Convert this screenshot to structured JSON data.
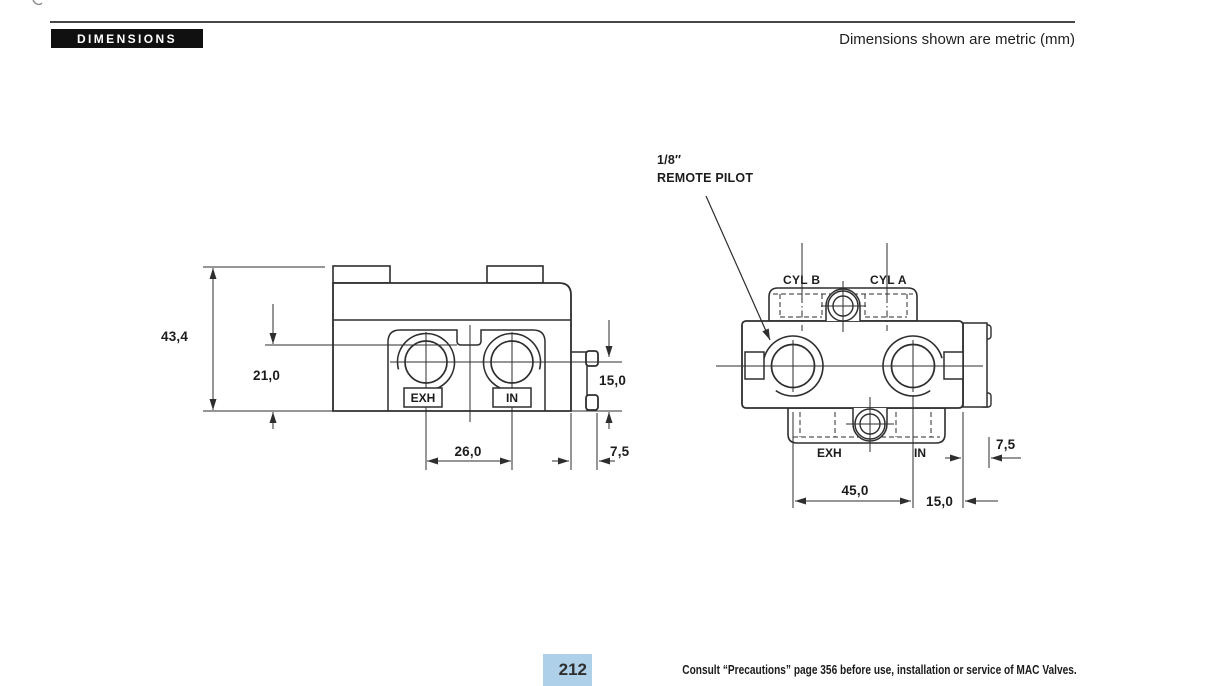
{
  "header": {
    "section_label": "DIMENSIONS",
    "metric_note": "Dimensions shown are metric (mm)"
  },
  "side_view": {
    "dim_height": "43,4",
    "dim_port_centerline": "21,0",
    "dim_outlet": "15,0",
    "dim_port_spacing": "26,0",
    "dim_end_offset": "7,5",
    "port_exhaust": "EXH",
    "port_inlet": "IN"
  },
  "front_view": {
    "pilot_size": "1/8″",
    "pilot_label": "REMOTE PILOT",
    "port_cyl_b": "CYL B",
    "port_cyl_a": "CYL A",
    "port_exhaust": "EXH",
    "port_inlet": "IN",
    "dim_port_spacing": "45,0",
    "dim_inlet_offset": "15,0",
    "dim_end_offset": "7,5"
  },
  "footer": {
    "page_number": "212",
    "precaution_note": "Consult “Precautions” page 356 before use, installation or service of MAC Valves."
  }
}
